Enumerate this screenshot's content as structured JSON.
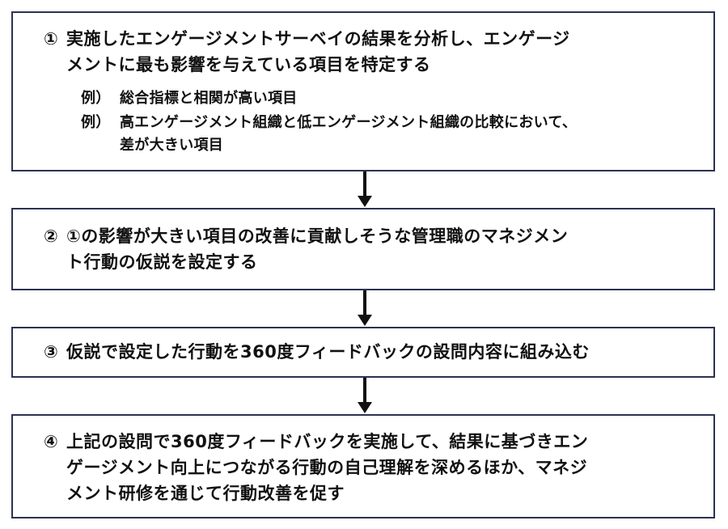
{
  "steps": [
    {
      "number": "①",
      "line1": "実施したエンゲージメントサーベイの結果を分析し、エンゲージ",
      "line2": "メントに最も影響を与えている項目を特定する",
      "examples": [
        {
          "tag": "例）",
          "line1": "総合指標と相関が高い項目",
          "line2": ""
        },
        {
          "tag": "例）",
          "line1": "高エンゲージメント組織と低エンゲージメント組織の比較において、",
          "line2": "差が大きい項目"
        }
      ]
    },
    {
      "number": "②",
      "line1": "①の影響が大きい項目の改善に貢献しそうな管理職のマネジメン",
      "line2": "ト行動の仮説を設定する"
    },
    {
      "number": "③",
      "line1": "仮説で設定した行動を360度フィードバックの設問内容に組み込む"
    },
    {
      "number": "④",
      "line1": "上記の設問で360度フィードバックを実施して、結果に基づきエン",
      "line2": "ゲージメント向上につながる行動の自己理解を深めるほか、マネジ",
      "line3": "メント研修を通じて行動改善を促す"
    }
  ]
}
